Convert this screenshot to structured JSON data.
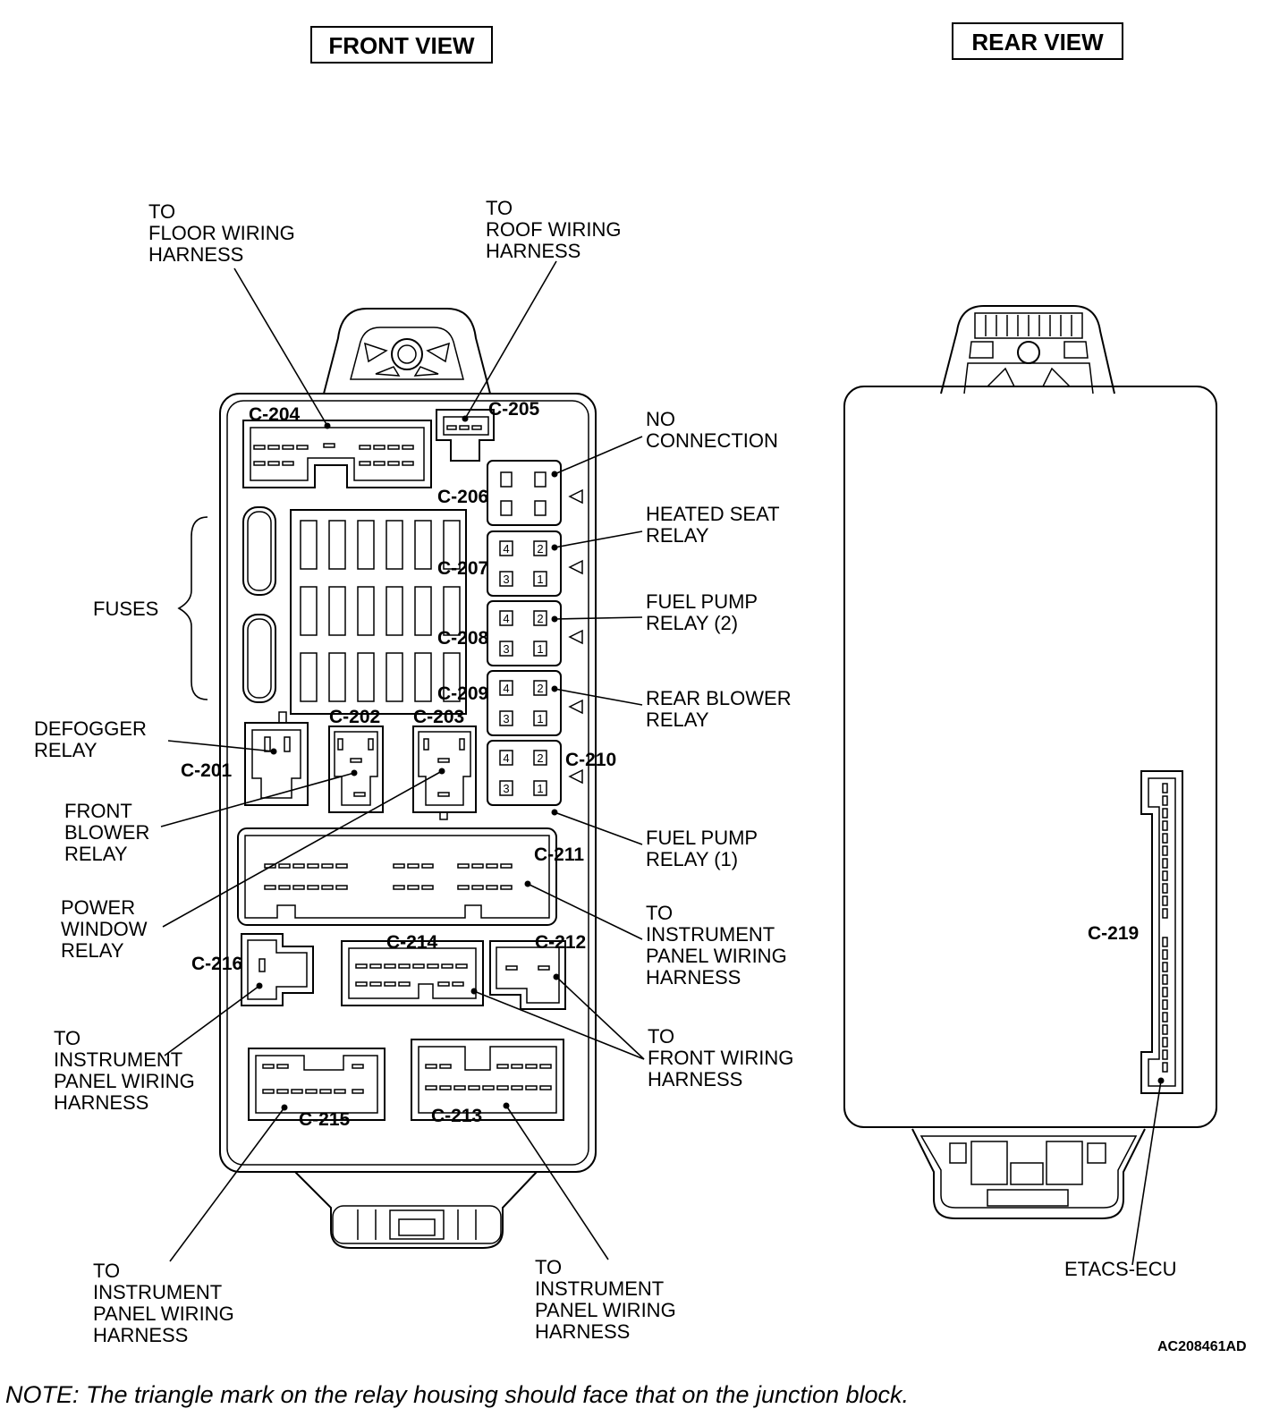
{
  "titles": {
    "front_view": "FRONT VIEW",
    "rear_view": "REAR VIEW"
  },
  "labels": {
    "floor_harness": [
      "TO",
      "FLOOR WIRING",
      "HARNESS"
    ],
    "roof_harness": [
      "TO",
      "ROOF WIRING",
      "HARNESS"
    ],
    "no_connection": [
      "NO",
      "CONNECTION"
    ],
    "heated_seat_relay": [
      "HEATED SEAT",
      "RELAY"
    ],
    "fuel_pump_relay_2": [
      "FUEL PUMP",
      "RELAY (2)"
    ],
    "rear_blower_relay": [
      "REAR BLOWER",
      "RELAY"
    ],
    "fuel_pump_relay_1": [
      "FUEL PUMP",
      "RELAY (1)"
    ],
    "ip_harness_right": [
      "TO",
      "INSTRUMENT",
      "PANEL WIRING",
      "HARNESS"
    ],
    "front_harness": [
      "TO",
      "FRONT WIRING",
      "HARNESS"
    ],
    "fuses": "FUSES",
    "defogger_relay": [
      "DEFOGGER",
      "RELAY"
    ],
    "front_blower_relay": [
      "FRONT",
      "BLOWER",
      "RELAY"
    ],
    "power_window_relay": [
      "POWER",
      "WINDOW",
      "RELAY"
    ],
    "ip_harness_left": [
      "TO",
      "INSTRUMENT",
      "PANEL WIRING",
      "HARNESS"
    ],
    "ip_harness_bottom_left": [
      "TO",
      "INSTRUMENT",
      "PANEL WIRING",
      "HARNESS"
    ],
    "ip_harness_bottom_right": [
      "TO",
      "INSTRUMENT",
      "PANEL WIRING",
      "HARNESS"
    ],
    "etacs": "ETACS-ECU"
  },
  "connectors": {
    "c201": "C-201",
    "c202": "C-202",
    "c203": "C-203",
    "c204": "C-204",
    "c205": "C-205",
    "c206": "C-206",
    "c207": "C-207",
    "c208": "C-208",
    "c209": "C-209",
    "c210": "C-210",
    "c211": "C-211",
    "c212": "C-212",
    "c213": "C-213",
    "c214": "C-214",
    "c215": "C-215",
    "c216": "C-216",
    "c219": "C-219"
  },
  "relay_pins": [
    "4",
    "2",
    "3",
    "1"
  ],
  "figure_code": "AC208461AD",
  "note": "NOTE: The triangle mark on the relay housing should face that on the junction block."
}
